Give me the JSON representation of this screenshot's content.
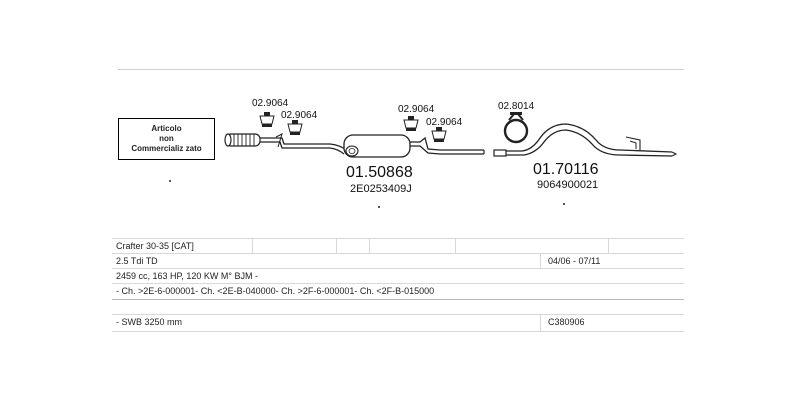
{
  "notice": {
    "line1": "Articolo",
    "line2": "non",
    "line3": "Commercializ zato"
  },
  "parts": {
    "mount_1": "02.9064",
    "mount_2": "02.9064",
    "mount_3": "02.9064",
    "mount_4": "02.9064",
    "clamp": "02.8014",
    "front_silencer_code": "01.50868",
    "front_silencer_oem": "2E0253409J",
    "rear_pipe_code": "01.70116",
    "rear_pipe_oem": "9064900021"
  },
  "table": {
    "model": "Crafter 30-35  [CAT]",
    "engine": "2.5 Tdi TD",
    "dates": "04/06 - 07/11",
    "specs": "2459 cc, 163 HP, 120 KW M° BJM -",
    "chassis": "- Ch. >2E-6-000001- Ch. <2E-B-040000- Ch. >2F-6-000001- Ch. <2F-B-015000",
    "wheelbase": "- SWB 3250 mm",
    "ref": "C380906"
  }
}
